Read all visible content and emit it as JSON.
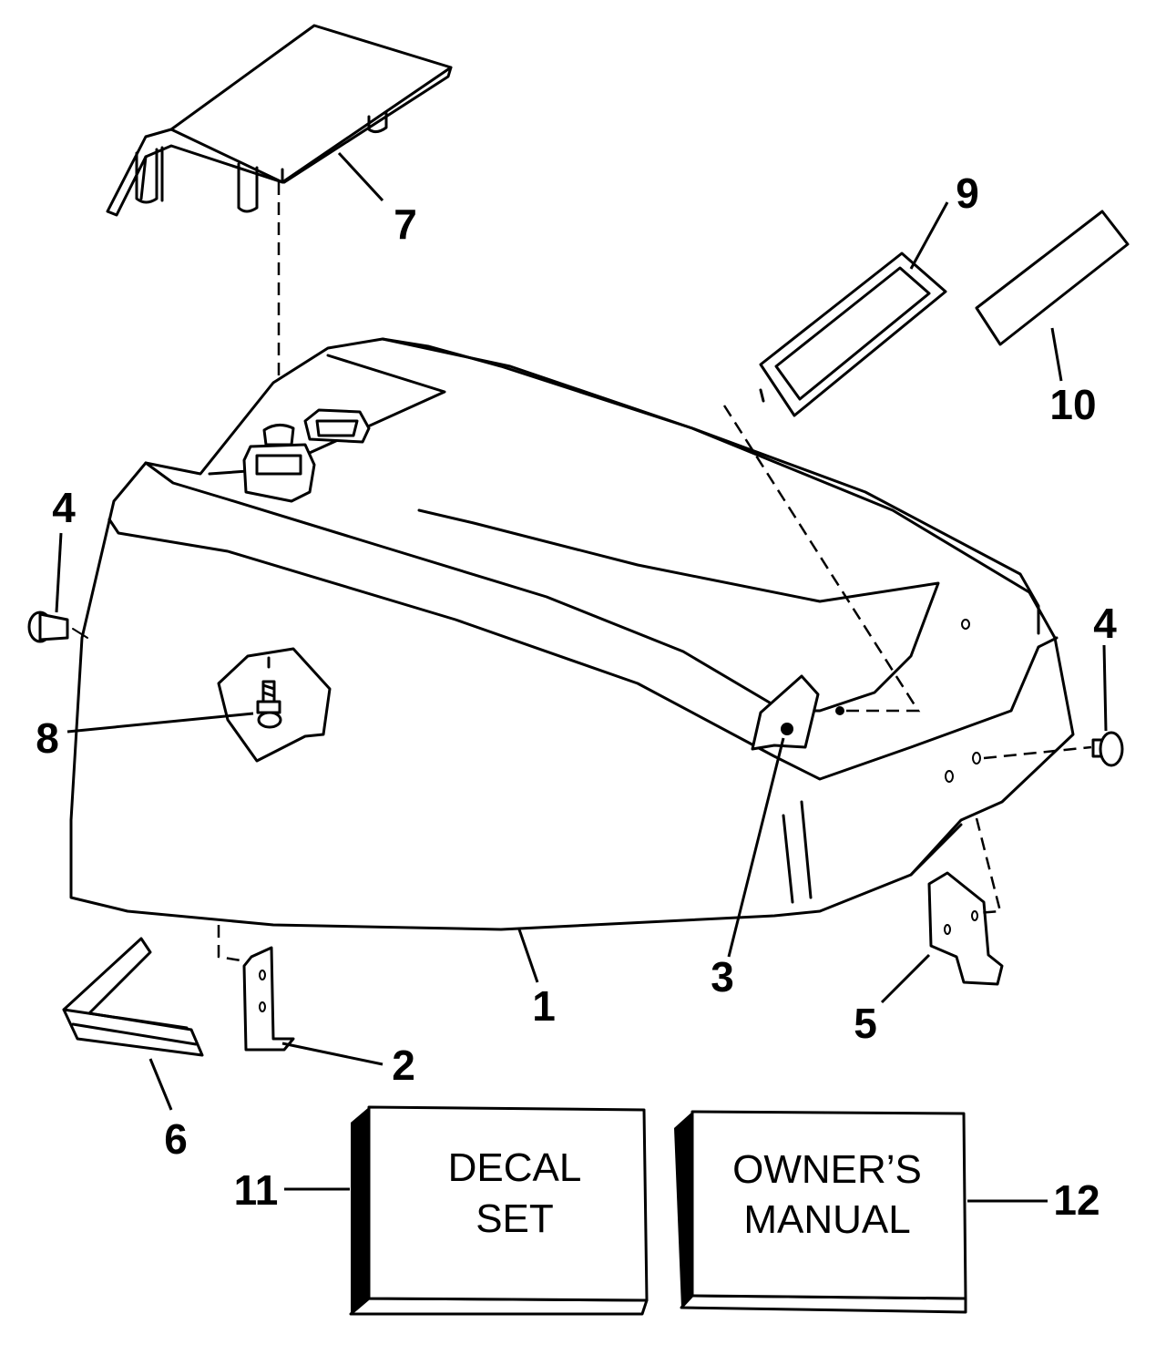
{
  "callouts": {
    "c1": "1",
    "c2": "2",
    "c3": "3",
    "c4_left": "4",
    "c4_right": "4",
    "c5": "5",
    "c6": "6",
    "c7": "7",
    "c8": "8",
    "c9": "9",
    "c10": "10",
    "c11": "11",
    "c12": "12"
  },
  "boxes": {
    "decal_line1": "DECAL",
    "decal_line2": "SET",
    "manual_line1": "OWNER’S",
    "manual_line2": "MANUAL"
  }
}
